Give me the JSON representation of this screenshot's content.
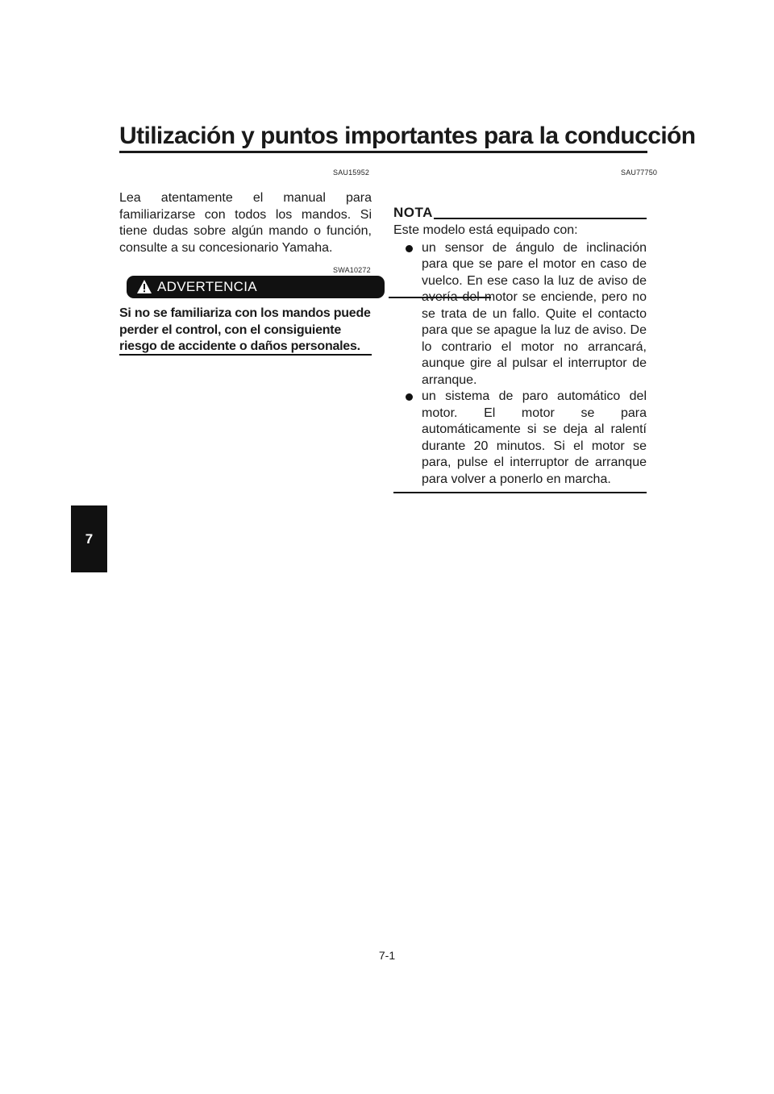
{
  "header": {
    "title": "Utilización y puntos importantes para la conducción"
  },
  "codes": {
    "left_intro": "SAU15952",
    "warning": "SWA10272",
    "nota": "SAU77750"
  },
  "intro": {
    "text": "Lea atentamente el manual para familiarizarse con todos los mandos. Si tiene dudas sobre algún mando o función, consulte a su concesionario Yamaha."
  },
  "warning": {
    "label": "ADVERTENCIA",
    "icon": "warning-triangle-icon",
    "text": "Si no se familiariza con los mandos puede perder el control, con el consiguiente riesgo de accidente o daños personales."
  },
  "nota": {
    "label": "NOTA",
    "intro": "Este modelo está equipado con:",
    "bullets": [
      "un sensor de ángulo de inclinación para que se pare el motor en caso de vuelco. En ese caso la luz de aviso de avería del motor se enciende, pero no se trata de un fallo. Quite el contacto para que se apague la luz de aviso. De lo contrario el motor no arrancará, aunque gire al pulsar el interruptor de arranque.",
      "un sistema de paro automático del motor. El motor se para automáticamente si se deja al ralentí durante 20 minutos. Si el motor se para, pulse el interruptor de arranque para volver a ponerlo en marcha."
    ]
  },
  "chapter_tab": "7",
  "footer": {
    "page_number": "7-1"
  }
}
